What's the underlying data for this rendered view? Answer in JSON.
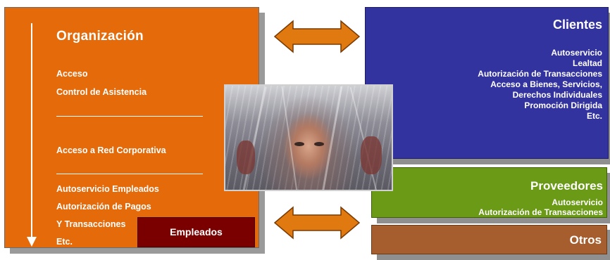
{
  "organizacion": {
    "title": "Organización",
    "items_group1": [
      "Acceso",
      "Control de Asistencia"
    ],
    "items_group2": [
      "Acceso a Red Corporativa"
    ],
    "items_group3": [
      "Autoservicio Empleados",
      "Autorización de Pagos",
      "Y Transacciones",
      "Etc."
    ]
  },
  "empleados": {
    "label": "Empleados"
  },
  "clientes": {
    "title": "Clientes",
    "items": [
      "Autoservicio",
      "Lealtad",
      "Autorización de Transacciones",
      "Acceso a Bienes, Servicios,",
      "Derechos Individuales",
      "Promoción Dirigida",
      "Etc."
    ]
  },
  "proveedores": {
    "title": "Proveedores",
    "items": [
      "Autoservicio",
      "Autorización de Transacciones"
    ]
  },
  "otros": {
    "title": "Otros"
  },
  "colors": {
    "organizacion": "#e46a0a",
    "empleados": "#7a0000",
    "clientes": "#3333a0",
    "proveedores": "#6a9a16",
    "otros": "#a65e2e",
    "arrow": "#e07a10"
  }
}
